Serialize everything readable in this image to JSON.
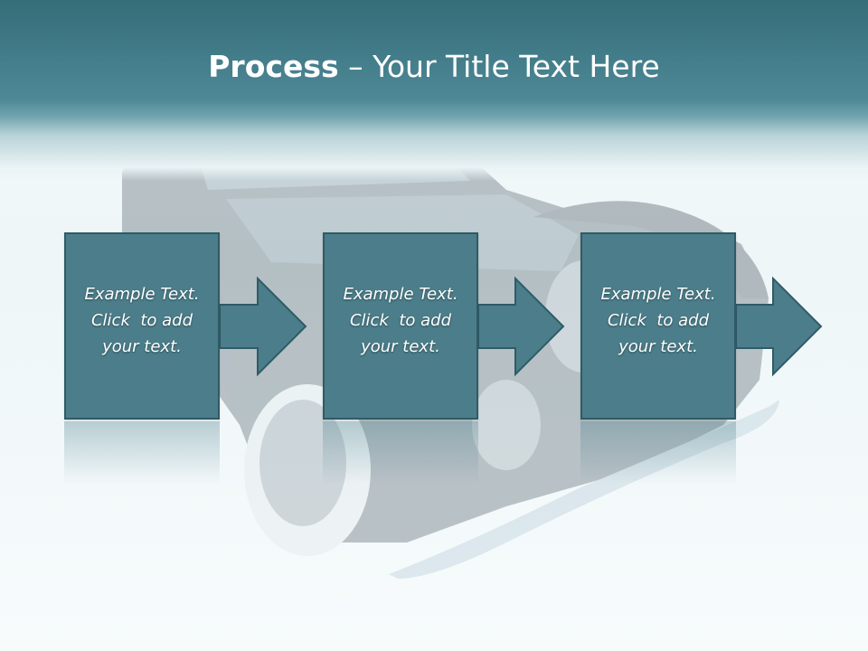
{
  "slide": {
    "title_bold": "Process",
    "title_rest": " – Your Title Text Here"
  },
  "steps": [
    {
      "line1": "Example Text.",
      "line2": "Click  to add",
      "line3": "your text."
    },
    {
      "line1": "Example Text.",
      "line2": "Click  to add",
      "line3": "your text."
    },
    {
      "line1": "Example Text.",
      "line2": "Click  to add",
      "line3": "your text."
    }
  ],
  "colors": {
    "header": "#4e8896",
    "box_fill": "#4b7e8a",
    "box_border": "#2f5b66",
    "text": "#ffffff"
  }
}
